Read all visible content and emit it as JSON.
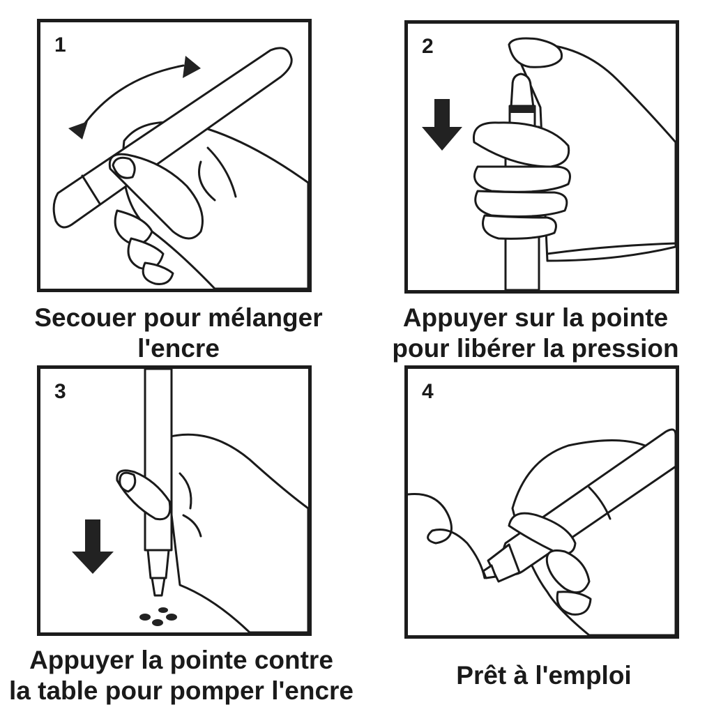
{
  "steps": [
    {
      "number": "1",
      "caption_line1": "Secouer pour mélanger",
      "caption_line2": "l'encre",
      "illustration": "hand-shaking-marker"
    },
    {
      "number": "2",
      "caption_line1": "Appuyer sur la pointe",
      "caption_line2": "pour libérer la pression",
      "illustration": "thumb-pressing-marker-tip"
    },
    {
      "number": "3",
      "caption_line1": "Appuyer la pointe contre",
      "caption_line2": "la table pour pomper l'encre",
      "illustration": "marker-tip-pressed-on-table"
    },
    {
      "number": "4",
      "caption_line1": "Prêt à l'emploi",
      "caption_line2": "",
      "illustration": "hand-writing-with-marker"
    }
  ],
  "colors": {
    "ink": "#1a1a1a",
    "background": "#ffffff"
  }
}
